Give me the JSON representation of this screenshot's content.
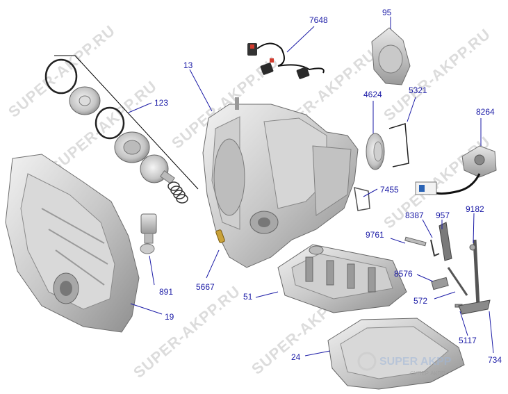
{
  "watermark": {
    "text": "SUPER-AKPP.RU",
    "brand": "SUPER AKPP",
    "tagline": "СУПЕР АКПП"
  },
  "labels": {
    "l7648": "7648",
    "l95": "95",
    "l13": "13",
    "l123": "123",
    "l4624": "4624",
    "l5321": "5321",
    "l8264": "8264",
    "l7455": "7455",
    "l8387": "8387",
    "l957": "957",
    "l9182": "9182",
    "l9761": "9761",
    "l891": "891",
    "l5667": "5667",
    "l51": "51",
    "l8576": "8576",
    "l572": "572",
    "l19": "19",
    "l5117": "5117",
    "l24": "24",
    "l734": "734"
  },
  "colors": {
    "label": "#1a1aa6",
    "metal_light": "#e4e4e4",
    "metal_mid": "#b8b8b8",
    "metal_dark": "#777777",
    "accent_red": "#d23b2e",
    "accent_blue": "#2a63b5"
  }
}
